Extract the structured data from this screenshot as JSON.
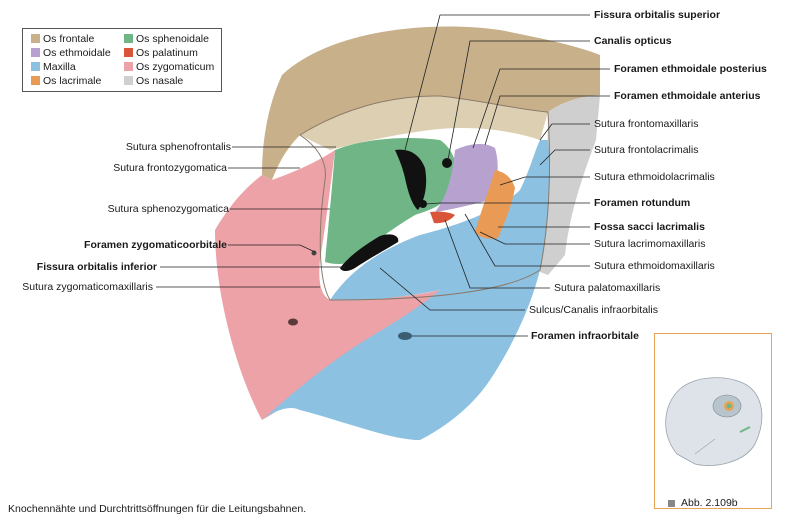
{
  "legend": {
    "items": [
      {
        "label": "Os frontale",
        "color": "#c8b08a"
      },
      {
        "label": "Os ethmoidale",
        "color": "#b7a2cf"
      },
      {
        "label": "Maxilla",
        "color": "#8cc1e2"
      },
      {
        "label": "Os lacrimale",
        "color": "#e99a55"
      },
      {
        "label": "Os sphenoidale",
        "color": "#6fb585"
      },
      {
        "label": "Os palatinum",
        "color": "#d9553a"
      },
      {
        "label": "Os zygomaticum",
        "color": "#eca2a7"
      },
      {
        "label": "Os nasale",
        "color": "#cfcfcf"
      }
    ]
  },
  "labels": {
    "left": [
      {
        "text": "Sutura sphenofrontalis",
        "bold": false
      },
      {
        "text": "Sutura frontozygomatica",
        "bold": false
      },
      {
        "text": "Sutura sphenozygomatica",
        "bold": false
      },
      {
        "text": "Foramen zygomaticoorbitale",
        "bold": true
      },
      {
        "text": "Fissura orbitalis inferior",
        "bold": true
      },
      {
        "text": "Sutura zygomaticomaxillaris",
        "bold": false
      }
    ],
    "right": [
      {
        "text": "Fissura orbitalis superior",
        "bold": true
      },
      {
        "text": "Canalis opticus",
        "bold": true
      },
      {
        "text": "Foramen ethmoidale posterius",
        "bold": true
      },
      {
        "text": "Foramen ethmoidale anterius",
        "bold": true
      },
      {
        "text": "Sutura frontomaxillaris",
        "bold": false
      },
      {
        "text": "Sutura frontolacrimalis",
        "bold": false
      },
      {
        "text": "Sutura ethmoidolacrimalis",
        "bold": false
      },
      {
        "text": "Foramen rotundum",
        "bold": true
      },
      {
        "text": "Fossa sacci lacrimalis",
        "bold": true
      },
      {
        "text": "Sutura lacrimomaxillaris",
        "bold": false
      },
      {
        "text": "Sutura ethmoidomaxillaris",
        "bold": false
      },
      {
        "text": "Sutura palatomaxillaris",
        "bold": false
      },
      {
        "text": "Sulcus/Canalis infraorbitalis",
        "bold": false
      },
      {
        "text": "Foramen infraorbitale",
        "bold": true
      }
    ]
  },
  "caption": "Knochennähte und Durchtrittsöffnungen für die Leitungsbahnen.",
  "figure_ref": "Abb. 2.109b"
}
